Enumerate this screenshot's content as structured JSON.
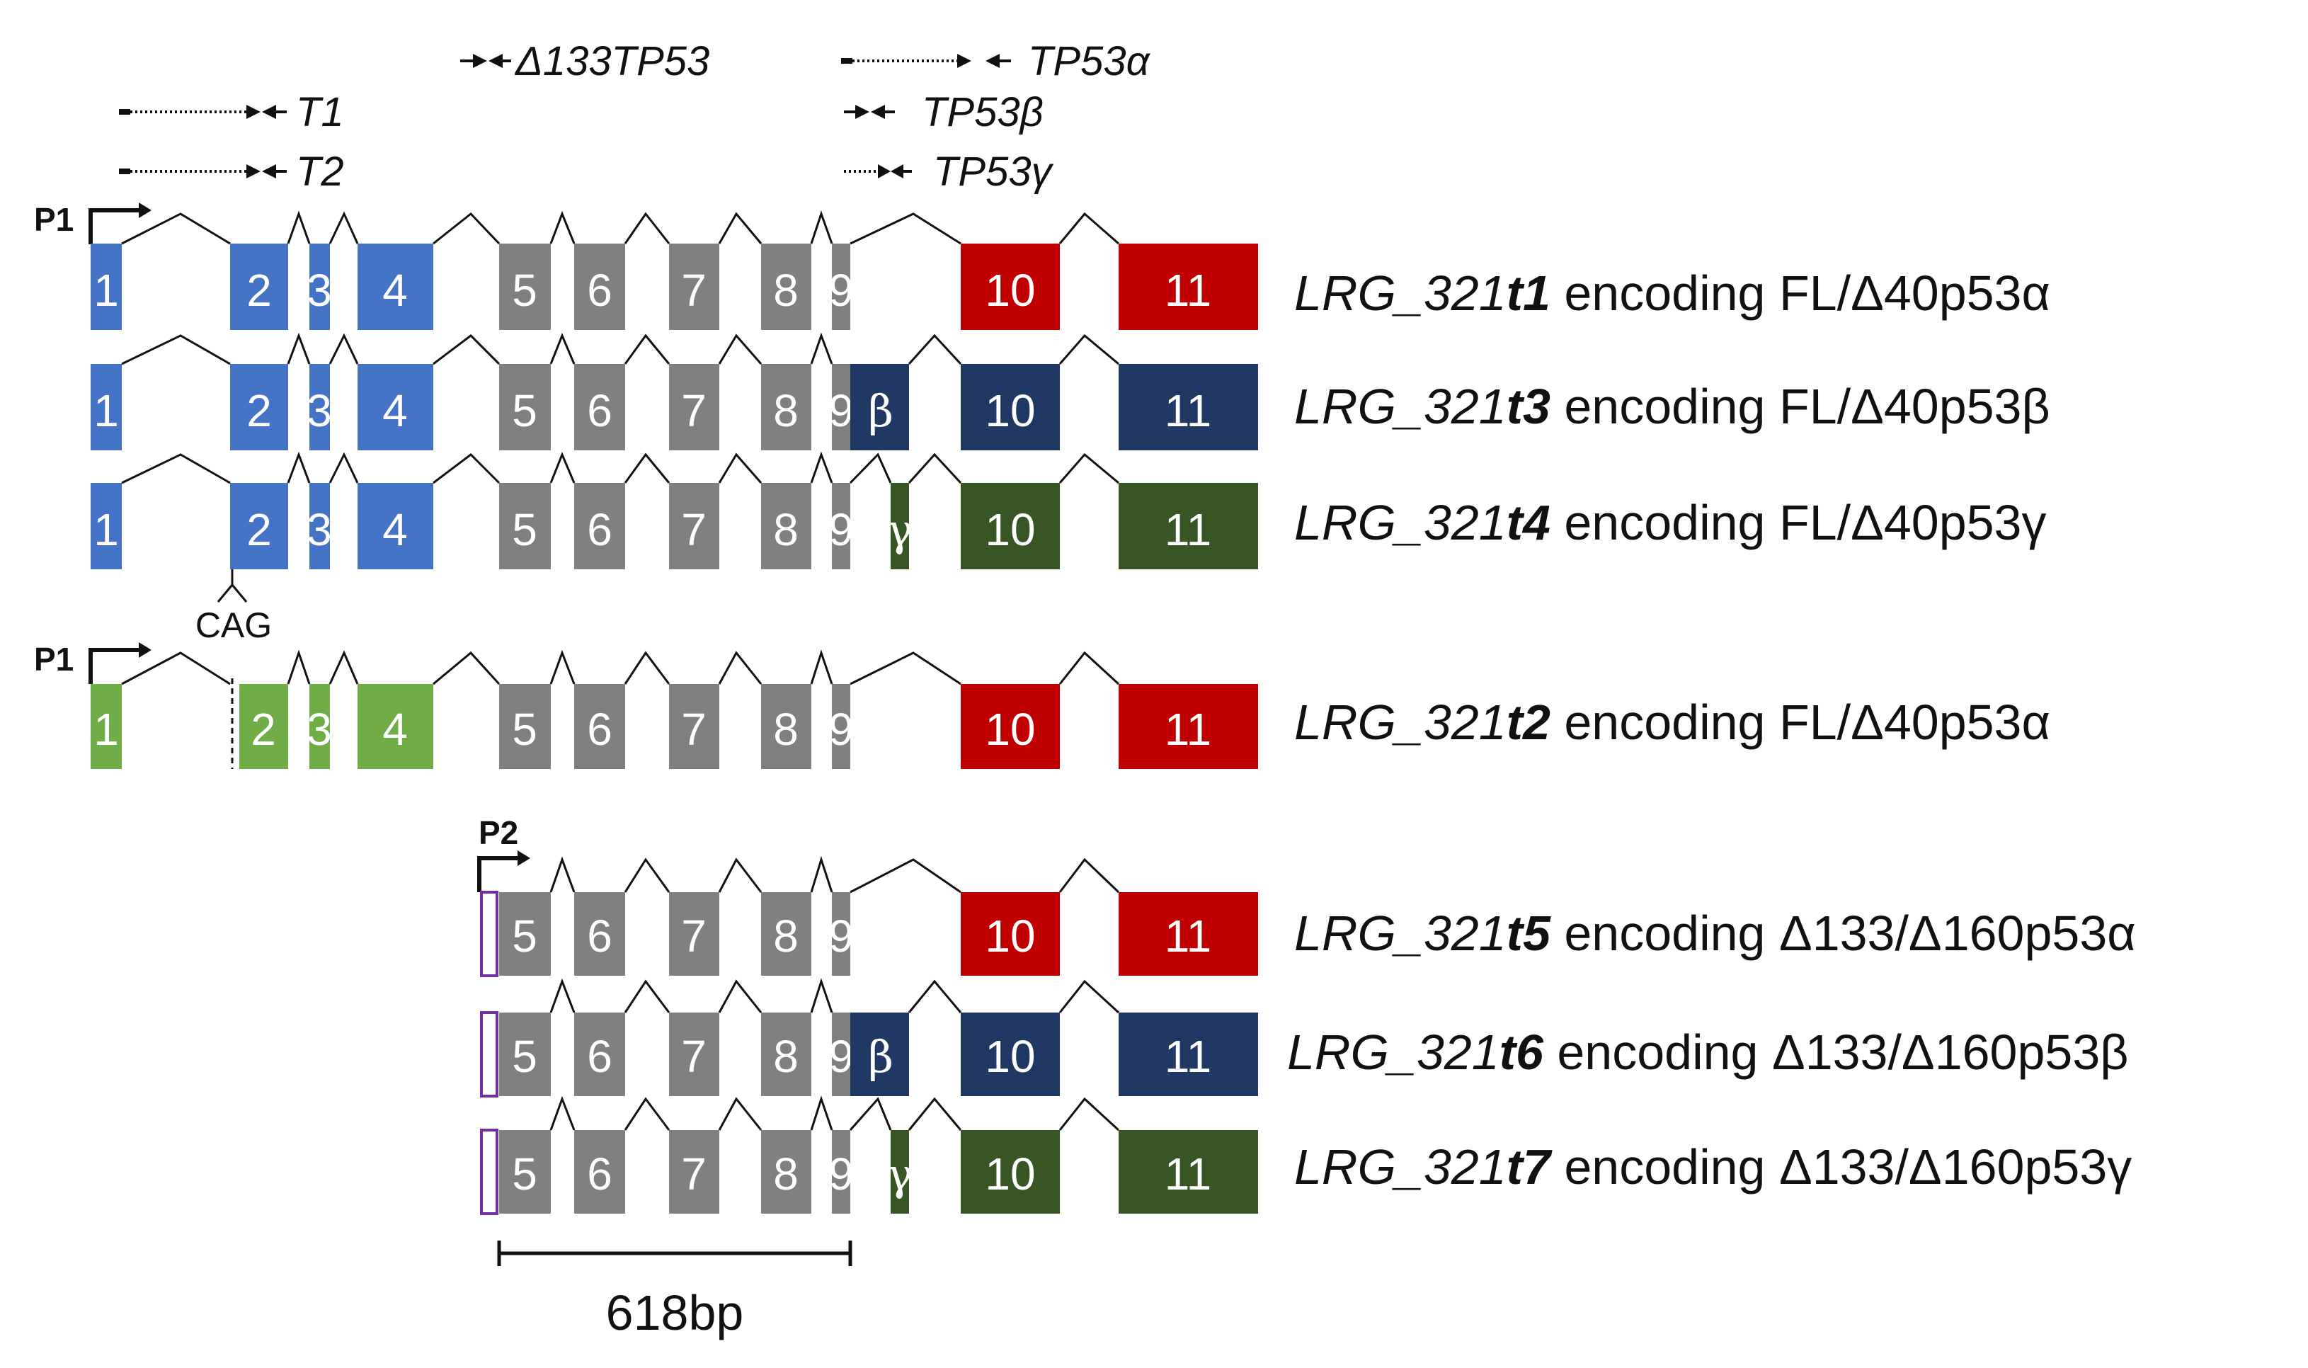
{
  "colors": {
    "blue": "#4472c4",
    "green": "#70ad47",
    "grey": "#808080",
    "red": "#c00000",
    "navy": "#1f3864",
    "darkgreen": "#375623",
    "outline_purple": "#7030a0"
  },
  "primers": {
    "t1": "T1",
    "t2": "T2",
    "d133": "Δ133TP53",
    "alpha": "TP53α",
    "beta": "TP53β",
    "gamma": "TP53γ"
  },
  "promoters": {
    "p1": "P1",
    "p2": "P2"
  },
  "cag_label": "CAG",
  "scale_bar": {
    "label": "618bp"
  },
  "exon_labels": {
    "e1": "1",
    "e2": "2",
    "e3": "3",
    "e4": "4",
    "e5": "5",
    "e6": "6",
    "e7": "7",
    "e8": "8",
    "e9": "9",
    "e10": "10",
    "e11": "11",
    "beta": "β",
    "gamma": "γ"
  },
  "transcripts": [
    {
      "prefix": "LRG_321",
      "id": "t1",
      "description": " encoding FL/Δ40p53α"
    },
    {
      "prefix": "LRG_321",
      "id": "t3",
      "description": " encoding FL/Δ40p53β"
    },
    {
      "prefix": "LRG_321",
      "id": "t4",
      "description": " encoding FL/Δ40p53γ"
    },
    {
      "prefix": "LRG_321",
      "id": "t2",
      "description": " encoding FL/Δ40p53α"
    },
    {
      "prefix": "LRG_321",
      "id": "t5",
      "description": " encoding Δ133/Δ160p53α"
    },
    {
      "prefix": "LRG_321",
      "id": "t6",
      "description": " encoding Δ133/Δ160p53β"
    },
    {
      "prefix": "LRG_321",
      "id": "t7",
      "description": " encoding Δ133/Δ160p53γ"
    }
  ]
}
